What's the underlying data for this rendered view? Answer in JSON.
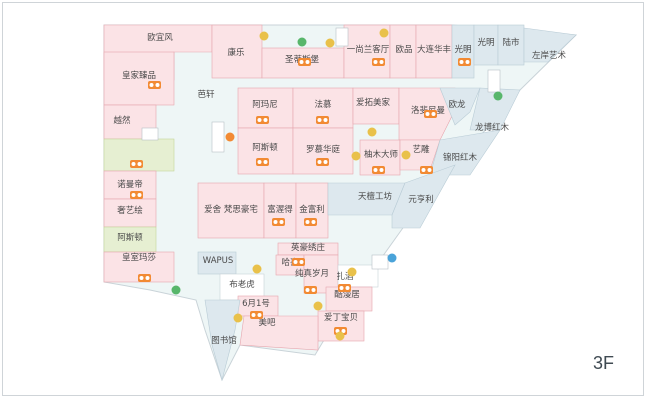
{
  "floor": "3F",
  "colors": {
    "background": "#ffffff",
    "corridor": "#eef6f6",
    "outline": "#c9d3d8",
    "zone_pink": "#fbe3e6",
    "zone_light": "#f7dadd",
    "zone_green": "#e6efd2",
    "zone_blue": "#dde8ee",
    "zone_white": "#ffffff",
    "icon_orange": "#f28a33",
    "icon_green": "#58b66b",
    "icon_yellow": "#e9c14a"
  },
  "stores": [
    {
      "name": "欧宜风"
    },
    {
      "name": "康乐"
    },
    {
      "name": "圣蒂斯堡"
    },
    {
      "name": "一尚兰客厅"
    },
    {
      "name": "欧品"
    },
    {
      "name": "大连华丰"
    },
    {
      "name": "光明"
    },
    {
      "name": "光明"
    },
    {
      "name": "陆市"
    },
    {
      "name": "左岸艺术"
    },
    {
      "name": "皇家臻品"
    },
    {
      "name": "越然"
    },
    {
      "name": "芭轩"
    },
    {
      "name": "阿玛尼"
    },
    {
      "name": "法慕"
    },
    {
      "name": "爱拓美家"
    },
    {
      "name": "洛斐尼曼"
    },
    {
      "name": "欧龙"
    },
    {
      "name": "龙博红木"
    },
    {
      "name": "阿斯顿"
    },
    {
      "name": "罗慕华庭"
    },
    {
      "name": "柚木大师"
    },
    {
      "name": "艺雕"
    },
    {
      "name": "锦阳红木"
    },
    {
      "name": "诺曼帝"
    },
    {
      "name": "奢艺绘"
    },
    {
      "name": "阿斯顿"
    },
    {
      "name": "皇室玛莎"
    },
    {
      "name": "爱舍 梵思豪宅"
    },
    {
      "name": "富渥得"
    },
    {
      "name": "金富利"
    },
    {
      "name": "天檀工坊"
    },
    {
      "name": "元亨利"
    },
    {
      "name": "WAPUS"
    },
    {
      "name": "英豪绣庄"
    },
    {
      "name": "哈喜"
    },
    {
      "name": "纯真岁月"
    },
    {
      "name": "扎酒"
    },
    {
      "name": "布老虎"
    },
    {
      "name": "酷漫居"
    },
    {
      "name": "6月1号"
    },
    {
      "name": "美吧"
    },
    {
      "name": "爱丁宝贝"
    },
    {
      "name": "图书馆"
    }
  ]
}
